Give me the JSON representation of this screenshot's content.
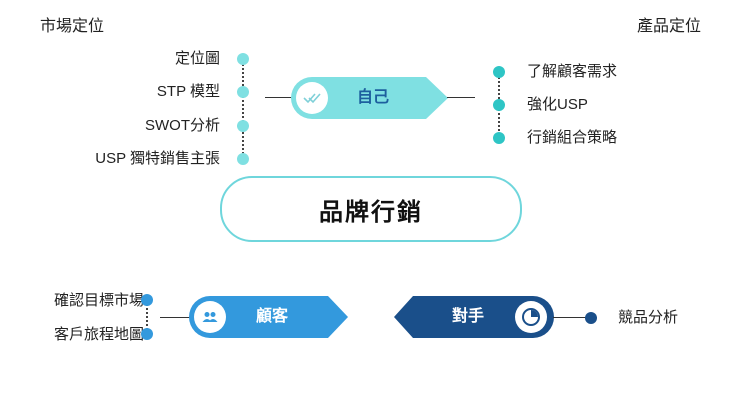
{
  "headers": {
    "left": "市場定位",
    "right": "產品定位"
  },
  "center_label": "品牌行銷",
  "self": {
    "label": "自己",
    "left_items": [
      "定位圖",
      "STP 模型",
      "SWOT分析",
      "USP 獨特銷售主張"
    ],
    "right_items": [
      "了解顧客需求",
      "強化USP",
      "行銷組合策略"
    ]
  },
  "customer": {
    "label": "顧客",
    "items": [
      "確認目標市場",
      "客戶旅程地圖"
    ]
  },
  "competitor": {
    "label": "對手",
    "items": [
      "競品分析"
    ]
  },
  "colors": {
    "self": "#7fe0e2",
    "self_text": "#1d5f9e",
    "customer": "#3399dd",
    "competitor": "#1a4f8a",
    "center_border": "#6fd6dc"
  },
  "icons": {
    "self": "double-check-icon",
    "customer": "people-icon",
    "competitor": "pie-chart-icon"
  }
}
